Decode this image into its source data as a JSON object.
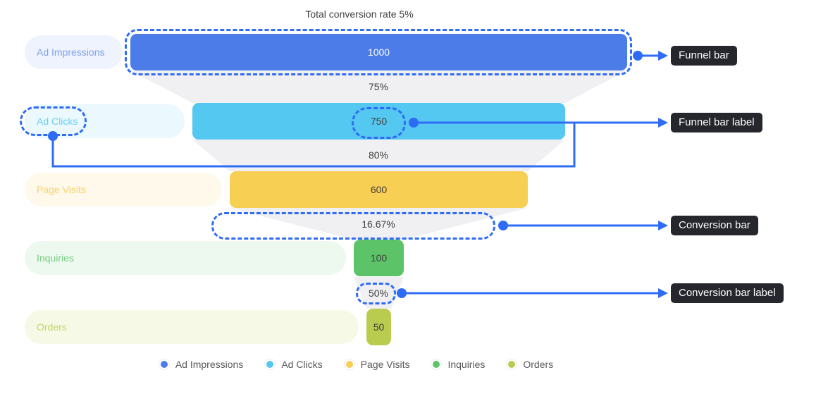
{
  "chart_data": {
    "type": "funnel",
    "title": "Total conversion rate 5%",
    "total_conversion_rate": "5%",
    "legend_position": "bottom",
    "stages": [
      {
        "label": "Ad Impressions",
        "value": 1000,
        "color": "#4C7CE8",
        "label_color": "#7FA2EF",
        "row_bg": "#EEF3FD",
        "value_color": "#FFFFFF"
      },
      {
        "label": "Ad Clicks",
        "value": 750,
        "color": "#54C8F0",
        "label_color": "#6FCFF3",
        "row_bg": "#EBF8FE",
        "value_color": "#404040"
      },
      {
        "label": "Page Visits",
        "value": 600,
        "color": "#F7CF53",
        "label_color": "#F7D367",
        "row_bg": "#FEF9EA",
        "value_color": "#404040"
      },
      {
        "label": "Inquiries",
        "value": 100,
        "color": "#5CC368",
        "label_color": "#76CC82",
        "row_bg": "#EDF8EF",
        "value_color": "#404040"
      },
      {
        "label": "Orders",
        "value": 50,
        "color": "#B9CC4F",
        "label_color": "#C3D465",
        "row_bg": "#F7F9E7",
        "value_color": "#404040"
      }
    ],
    "conversion_rates": [
      "75%",
      "80%",
      "16.67%",
      "50%"
    ],
    "legend_labels": [
      "Ad Impressions",
      "Ad Clicks",
      "Page Visits",
      "Inquiries",
      "Orders"
    ]
  },
  "annotations": [
    {
      "label": "Funnel bar"
    },
    {
      "label": "Funnel bar label"
    },
    {
      "label": "Conversion bar"
    },
    {
      "label": "Conversion bar label"
    }
  ],
  "colors": {
    "connector": "#2F6CF6",
    "callout_bg": "#25272C",
    "callout_text": "#FFFFFF",
    "trapezoid": "#F0F0F2",
    "text_dark": "#404040",
    "legend_text": "#595959"
  }
}
